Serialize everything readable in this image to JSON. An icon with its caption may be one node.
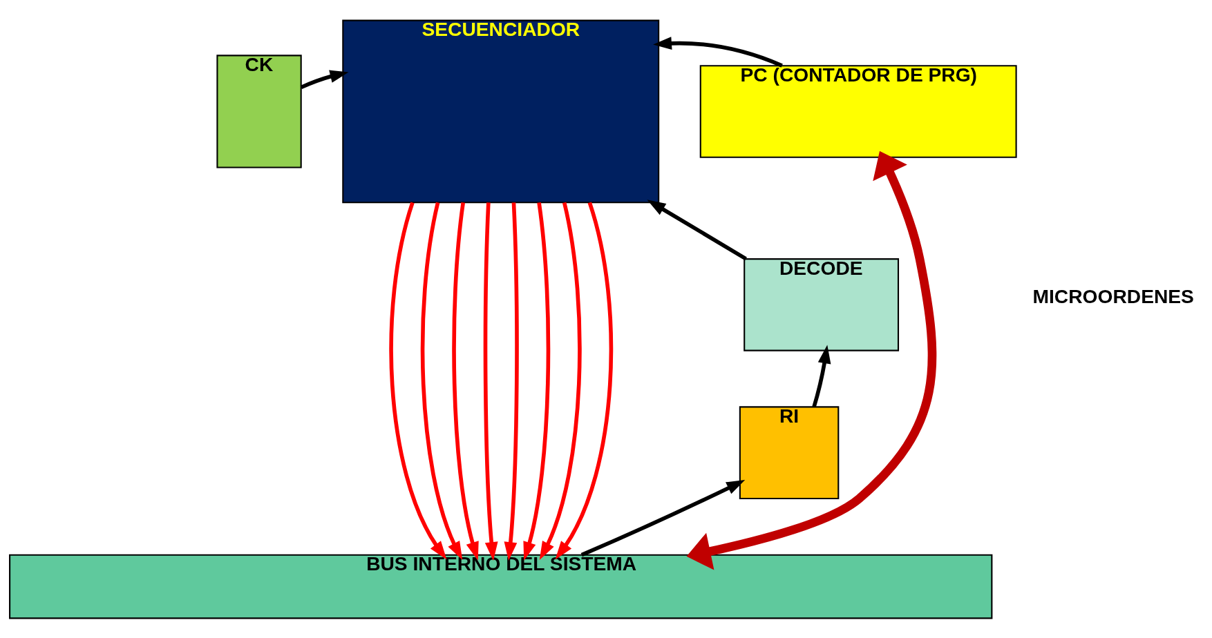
{
  "diagram": {
    "nodes": [
      {
        "text": [
          "CK"
        ]
      },
      {
        "text": [
          "SECUENCIADOR"
        ]
      },
      {
        "text": [
          "PC (CONTADOR DE PRG)"
        ]
      },
      {
        "text": [
          "DECODE"
        ]
      },
      {
        "text": [
          "RI"
        ]
      },
      {
        "text": [
          "BUS INTERNO DEL SISTEMA"
        ]
      }
    ],
    "edges": [
      {
        "from": 0,
        "to": 1,
        "arrow": "to",
        "color": "#000000"
      },
      {
        "from": 2,
        "to": 1,
        "arrow": "to",
        "color": "#000000"
      },
      {
        "from": 3,
        "to": 1,
        "arrow": "to",
        "color": "#000000"
      },
      {
        "from": 4,
        "to": 3,
        "arrow": "to",
        "color": "#000000"
      },
      {
        "from": 5,
        "to": 4,
        "arrow": "to",
        "color": "#000000"
      },
      {
        "from": 2,
        "to": 5,
        "arrow": "both",
        "style": "thick",
        "color": "#c00000"
      },
      {
        "from": 1,
        "to": 5,
        "arrow": "to"
      },
      {
        "from": 1,
        "to": 5,
        "arrow": "to"
      },
      {
        "from": 1,
        "to": 5,
        "arrow": "to"
      },
      {
        "from": 1,
        "to": 5,
        "arrow": "to"
      },
      {
        "from": 1,
        "to": 5,
        "arrow": "to"
      },
      {
        "from": 1,
        "to": 5,
        "arrow": "to"
      },
      {
        "from": 1,
        "to": 5,
        "arrow": "to"
      },
      {
        "from": 1,
        "to": 5,
        "arrow": "to"
      }
    ],
    "labels": [
      "MICROORDENES"
    ]
  }
}
